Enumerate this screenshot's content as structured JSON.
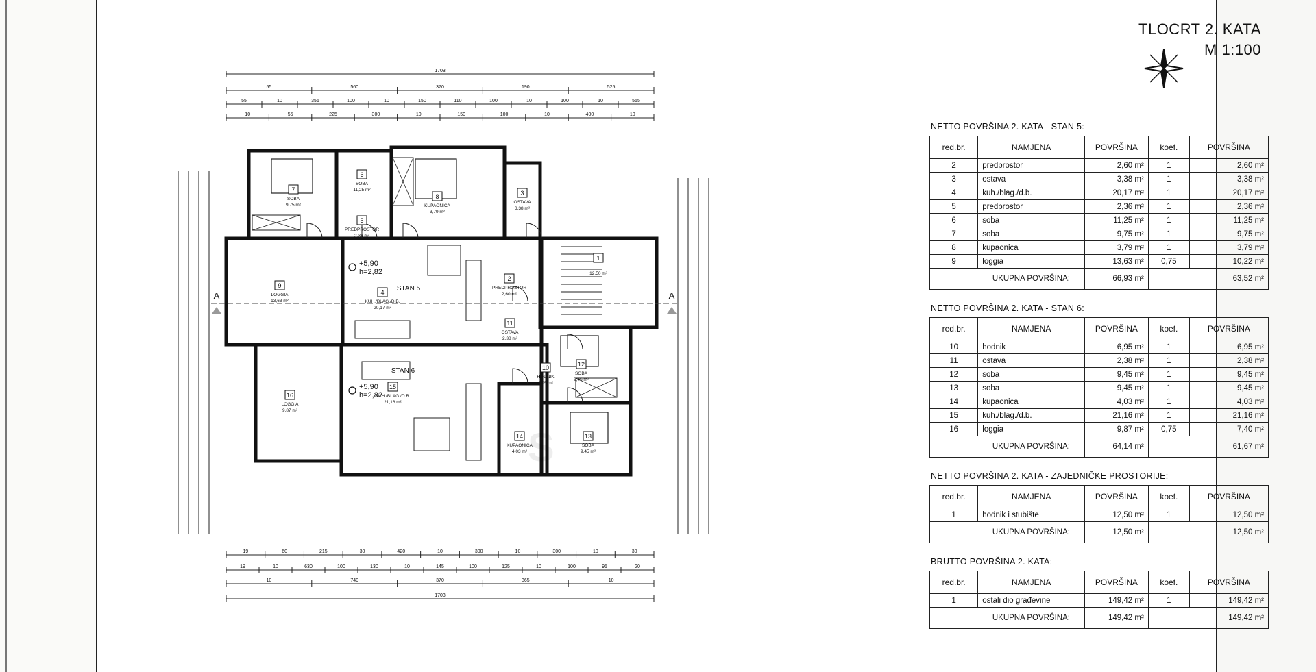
{
  "drawing": {
    "title": "TLOCRT 2. KATA",
    "scale": "M 1:100",
    "compass_icon": "north-arrow-icon",
    "section_marker": "A",
    "level_marks": [
      {
        "elev": "+5,90",
        "height": "h=2,82"
      },
      {
        "elev": "+5,90",
        "height": "h=2,82"
      }
    ],
    "apartments": [
      "STAN 5",
      "STAN 6"
    ],
    "rooms": [
      {
        "num": "7",
        "name": "SOBA",
        "area": "9,75 m²"
      },
      {
        "num": "6",
        "name": "SOBA",
        "area": "11,25 m²"
      },
      {
        "num": "8",
        "name": "KUPAONICA",
        "area": "3,79 m²"
      },
      {
        "num": "3",
        "name": "OSTAVA",
        "area": "3,38 m²"
      },
      {
        "num": "5",
        "name": "PREDPROSTOR",
        "area": "2,36 m²"
      },
      {
        "num": "1",
        "name": "",
        "area": "12,50 m²"
      },
      {
        "num": "9",
        "name": "LOGGIA",
        "area": "13,63 m²"
      },
      {
        "num": "4",
        "name": "KUH./BLAG./D.B.",
        "area": "20,17 m²"
      },
      {
        "num": "2",
        "name": "PREDPROSTOR",
        "area": "2,60 m²"
      },
      {
        "num": "12",
        "name": "SOBA",
        "area": "9,45 m²"
      },
      {
        "num": "11",
        "name": "OSTAVA",
        "area": "2,38 m²"
      },
      {
        "num": "10",
        "name": "HODNIK",
        "area": "6,95 m²"
      },
      {
        "num": "16",
        "name": "LOGGIA",
        "area": "9,87 m²"
      },
      {
        "num": "15",
        "name": "KUH./BLAG./D.B.",
        "area": "21,16 m²"
      },
      {
        "num": "13",
        "name": "SOBA",
        "area": "9,45 m²"
      },
      {
        "num": "14",
        "name": "KUPAONICA",
        "area": "4,03 m²"
      }
    ],
    "dims_top": [
      [
        "1703"
      ],
      [
        "55",
        "560",
        "370",
        "190",
        "525"
      ],
      [
        "55",
        "10",
        "355",
        "100",
        "10",
        "150",
        "110",
        "100",
        "10",
        "100",
        "10",
        "555"
      ],
      [
        "10",
        "55",
        "225",
        "300",
        "10",
        "150",
        "100",
        "10",
        "400",
        "10"
      ]
    ],
    "dims_bottom": [
      [
        "19",
        "60",
        "215",
        "30",
        "420",
        "10",
        "300",
        "10",
        "300",
        "10",
        "30"
      ],
      [
        "19",
        "10",
        "630",
        "100",
        "130",
        "10",
        "145",
        "100",
        "125",
        "10",
        "100",
        "95",
        "20"
      ],
      [
        "10",
        "740",
        "370",
        "365",
        "10"
      ],
      [
        "1703"
      ]
    ]
  },
  "tables": [
    {
      "heading": "NETTO POVRŠINA 2. KATA - STAN 5:",
      "headers": [
        "red.br.",
        "NAMJENA",
        "POVRŠINA",
        "koef.",
        "POVRŠINA"
      ],
      "rows": [
        [
          "2",
          "predprostor",
          "2,60 m²",
          "1",
          "2,60 m²"
        ],
        [
          "3",
          "ostava",
          "3,38 m²",
          "1",
          "3,38 m²"
        ],
        [
          "4",
          "kuh./blag./d.b.",
          "20,17 m²",
          "1",
          "20,17 m²"
        ],
        [
          "5",
          "predprostor",
          "2,36 m²",
          "1",
          "2,36 m²"
        ],
        [
          "6",
          "soba",
          "11,25 m²",
          "1",
          "11,25 m²"
        ],
        [
          "7",
          "soba",
          "9,75 m²",
          "1",
          "9,75 m²"
        ],
        [
          "8",
          "kupaonica",
          "3,79 m²",
          "1",
          "3,79 m²"
        ],
        [
          "9",
          "loggia",
          "13,63 m²",
          "0,75",
          "10,22 m²"
        ]
      ],
      "sum_label": "UKUPNA POVRŠINA:",
      "sum_area": "66,93 m²",
      "sum_total": "63,52 m²"
    },
    {
      "heading": "NETTO POVRŠINA 2. KATA - STAN 6:",
      "headers": [
        "red.br.",
        "NAMJENA",
        "POVRŠINA",
        "koef.",
        "POVRŠINA"
      ],
      "rows": [
        [
          "10",
          "hodnik",
          "6,95 m²",
          "1",
          "6,95 m²"
        ],
        [
          "11",
          "ostava",
          "2,38 m²",
          "1",
          "2,38 m²"
        ],
        [
          "12",
          "soba",
          "9,45 m²",
          "1",
          "9,45 m²"
        ],
        [
          "13",
          "soba",
          "9,45 m²",
          "1",
          "9,45 m²"
        ],
        [
          "14",
          "kupaonica",
          "4,03 m²",
          "1",
          "4,03 m²"
        ],
        [
          "15",
          "kuh./blag./d.b.",
          "21,16 m²",
          "1",
          "21,16 m²"
        ],
        [
          "16",
          "loggia",
          "9,87 m²",
          "0,75",
          "7,40 m²"
        ]
      ],
      "sum_label": "UKUPNA POVRŠINA:",
      "sum_area": "64,14 m²",
      "sum_total": "61,67 m²"
    },
    {
      "heading": "NETTO POVRŠINA 2. KATA - ZAJEDNIČKE PROSTORIJE:",
      "headers": [
        "red.br.",
        "NAMJENA",
        "POVRŠINA",
        "koef.",
        "POVRŠINA"
      ],
      "rows": [
        [
          "1",
          "hodnik i stubište",
          "12,50 m²",
          "1",
          "12,50 m²"
        ]
      ],
      "sum_label": "UKUPNA POVRŠINA:",
      "sum_area": "12,50 m²",
      "sum_total": "12,50 m²"
    },
    {
      "heading": "BRUTTO POVRŠINA 2. KATA:",
      "headers": [
        "red.br.",
        "NAMJENA",
        "POVRŠINA",
        "koef.",
        "POVRŠINA"
      ],
      "rows": [
        [
          "1",
          "ostali dio građevine",
          "149,42 m²",
          "1",
          "149,42 m²"
        ]
      ],
      "sum_label": "UKUPNA POVRŠINA:",
      "sum_area": "149,42 m²",
      "sum_total": "149,42 m²"
    }
  ]
}
